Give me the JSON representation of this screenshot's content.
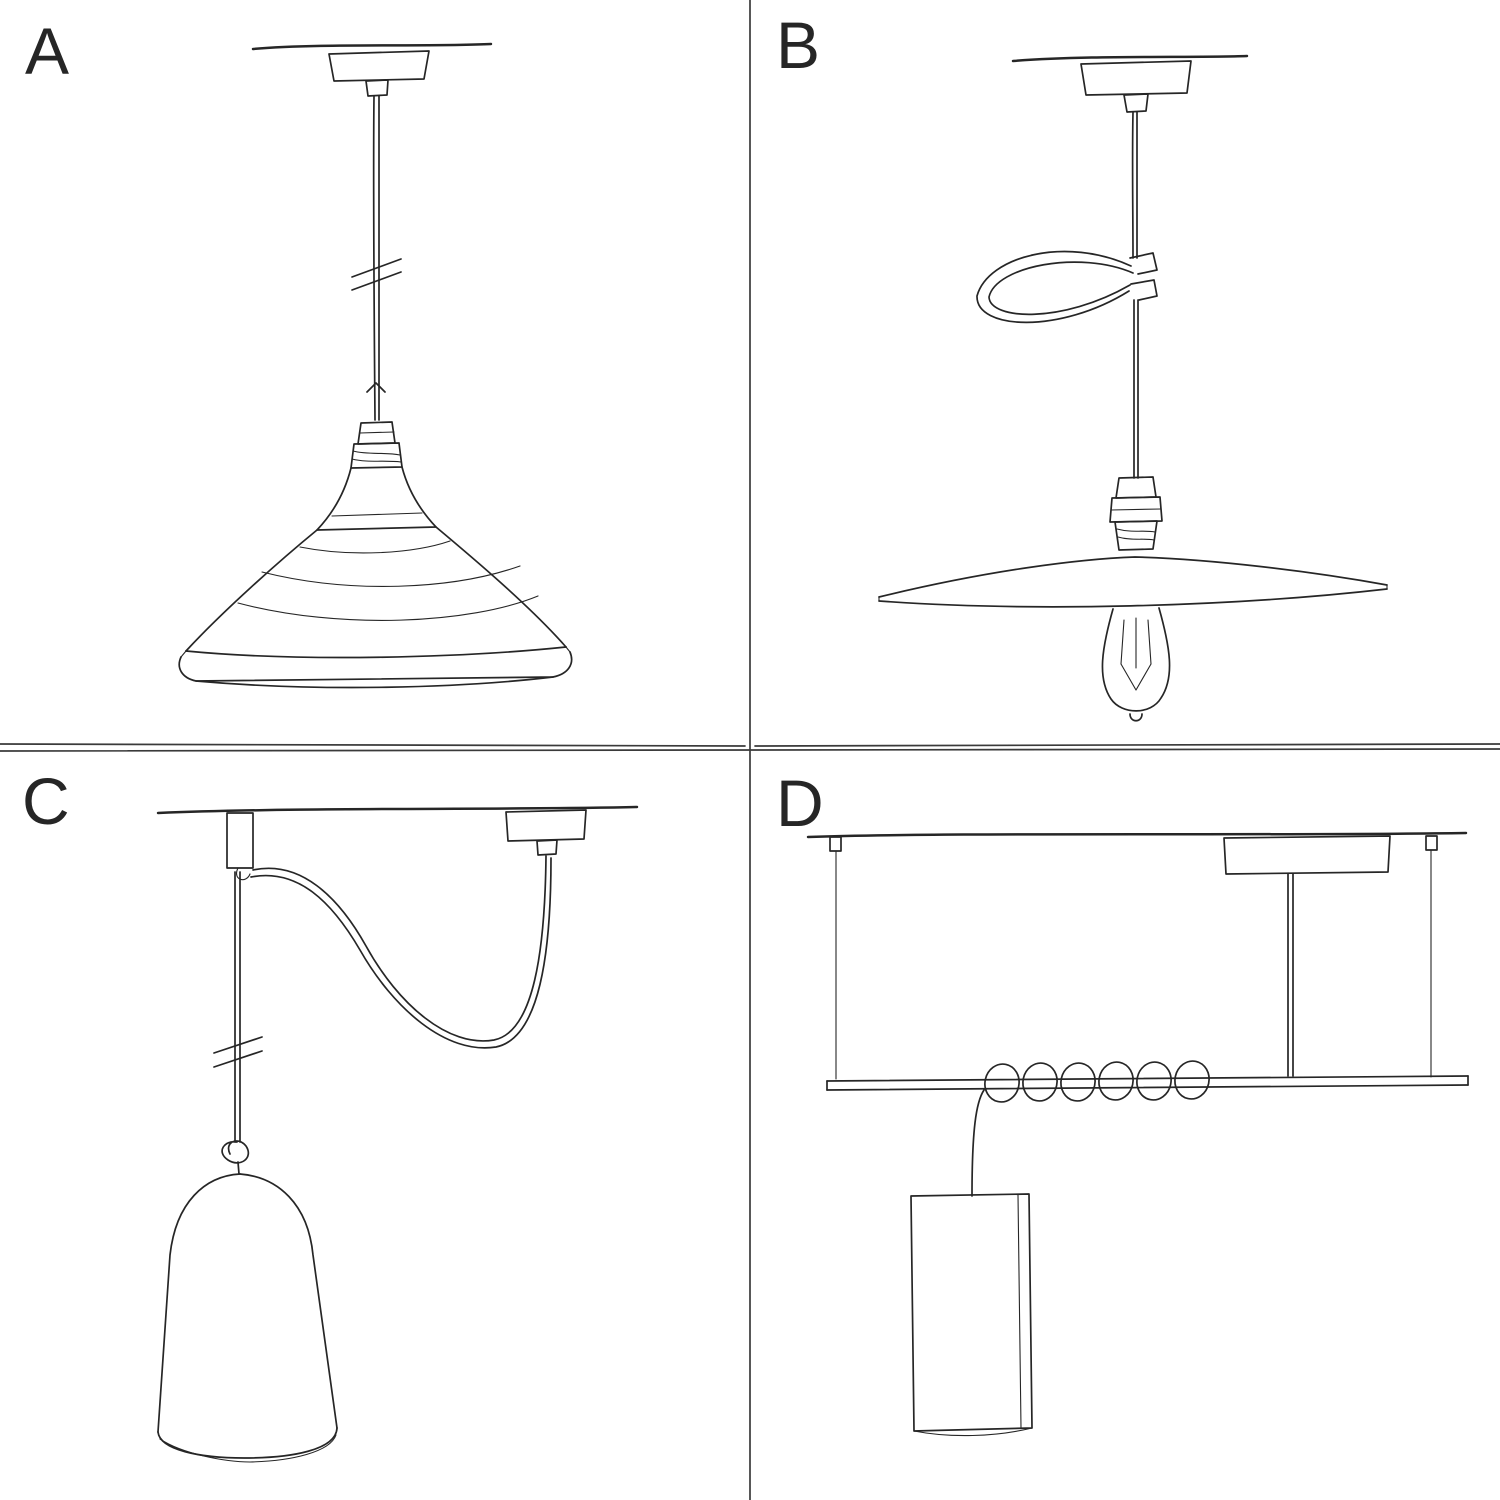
{
  "colors": {
    "ink": "#262626",
    "divider": "#3a3a3a",
    "background": "#ffffff"
  },
  "panels": [
    {
      "label": "A",
      "sketch": "pendant-straight-cable-metal-shade-sketch"
    },
    {
      "label": "B",
      "sketch": "pendant-cable-clip-flat-shade-bulb-sketch"
    },
    {
      "label": "C",
      "sketch": "swag-pendant-hook-knot-bell-shade-sketch"
    },
    {
      "label": "D",
      "sketch": "bar-suspension-coiled-cable-tube-shade-sketch"
    }
  ]
}
